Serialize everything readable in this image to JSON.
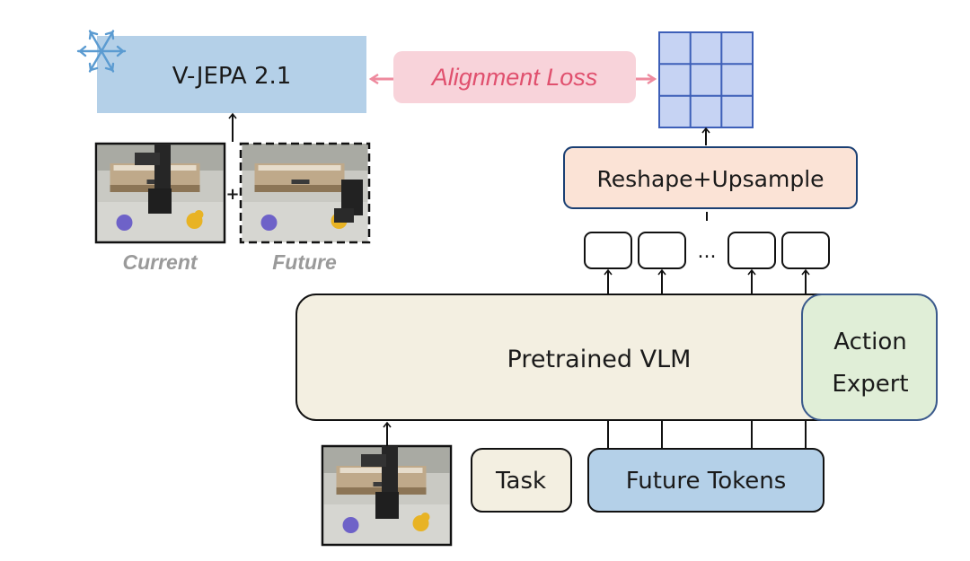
{
  "top": {
    "encoder_label": "V-JEPA 2.1",
    "loss_label": "Alignment Loss",
    "plus": "+",
    "current_caption": "Current",
    "future_caption": "Future"
  },
  "decoder": {
    "reshape_label": "Reshape+Upsample",
    "ellipsis": "..."
  },
  "model": {
    "vlm_label": "Pretrained VLM",
    "action_label_line1": "Action",
    "action_label_line2": "Expert"
  },
  "inputs": {
    "task_label": "Task",
    "future_tokens_label": "Future Tokens"
  },
  "colors": {
    "encoder_fill": "#b4d0e8",
    "loss_fill": "#f8d3da",
    "loss_text": "#e0506e",
    "grid_fill": "#c6d3f3",
    "grid_stroke": "#3d5fb8",
    "reshape_fill": "#fbe3d6",
    "vlm_fill": "#f3efe1",
    "action_fill": "#e0eed7",
    "action_stroke": "#3b5a8c",
    "task_fill": "#f3efe1",
    "tokens_fill": "#b4d0e8",
    "snowflake": "#5b9bd1"
  }
}
